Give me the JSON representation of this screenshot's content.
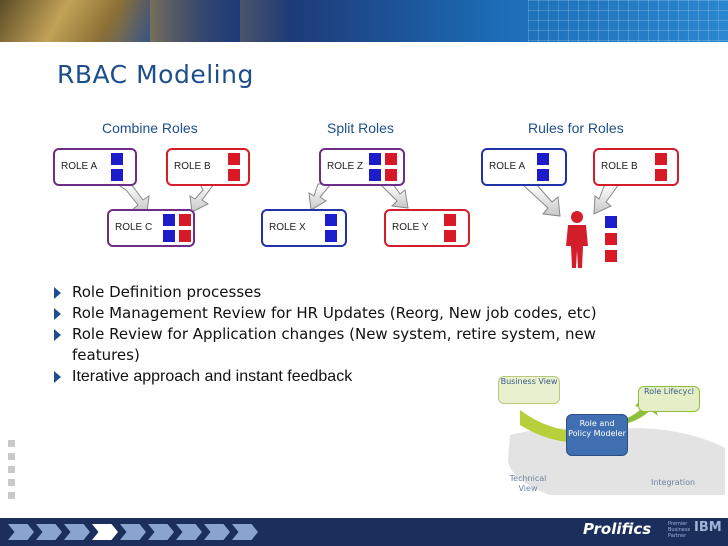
{
  "slide": {
    "title": "RBAC Modeling",
    "sections": {
      "combine": "Combine Roles",
      "split": "Split Roles",
      "rules": "Rules for Roles"
    },
    "roles": {
      "combine_a": "ROLE A",
      "combine_b": "ROLE B",
      "combine_c": "ROLE C",
      "split_z": "ROLE Z",
      "split_x": "ROLE X",
      "split_y": "ROLE Y",
      "rules_a": "ROLE A",
      "rules_b": "ROLE B"
    },
    "bullets": [
      "Role Definition processes",
      "Role Management Review for HR Updates (Reorg, New job codes, etc)",
      "Role Review for Application changes (New system, retire system, new features)",
      "Iterative approach and instant feedback"
    ],
    "lifecycle": {
      "business_view": "Business View",
      "role_lifecycle": "Role Lifecycl",
      "role_policy_modeler": "Role and Policy Modeler",
      "technical_view": "Technical View",
      "integration": "Integration"
    },
    "footer": {
      "logo": "Prolifics",
      "partner": "Premier Business Partner",
      "ibm": "IBM"
    }
  },
  "colors": {
    "title": "#1f4e8c",
    "purple_border": "#6b2d86",
    "blue_border": "#2233aa",
    "red_border": "#d41d2a",
    "blue_square": "#1d1dcc",
    "red_square": "#d81a26"
  }
}
